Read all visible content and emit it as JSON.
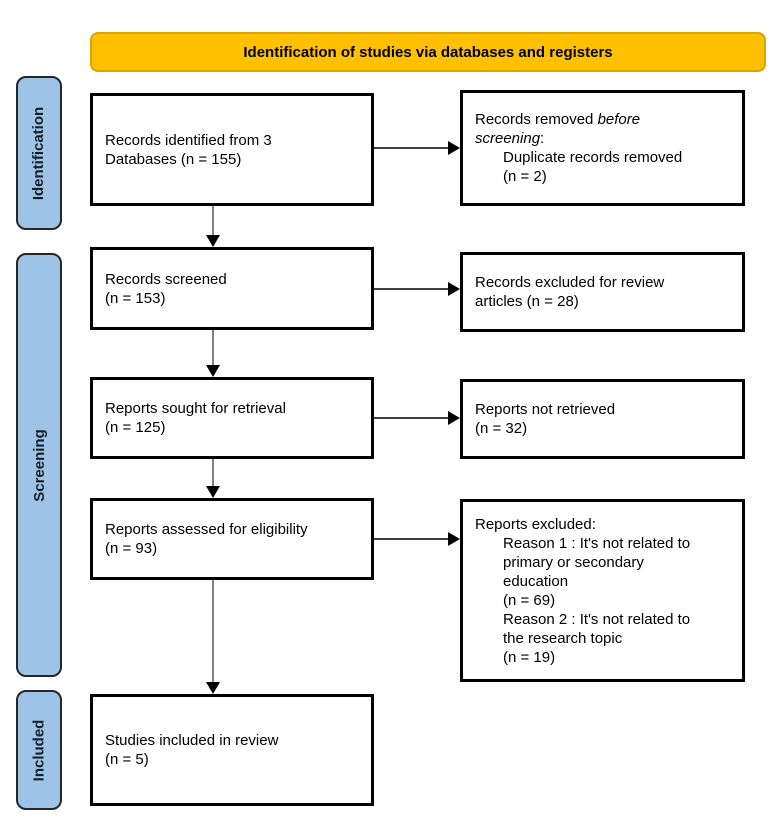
{
  "colors": {
    "banner_bg": "#FFC000",
    "banner_border": "#D9A400",
    "stage_bg": "#9DC3E6",
    "stage_border": "#262626",
    "box_border": "#000000",
    "arrow_line_v": "#808080",
    "arrow_line_h": "#404040",
    "arrow_head": "#000000"
  },
  "banner": {
    "label": "Identification of studies via databases and registers"
  },
  "stages": {
    "identification": "Identification",
    "screening": "Screening",
    "included": "Included"
  },
  "main_boxes": {
    "identified": {
      "text": "Records identified from 3\nDatabases (n = 155)"
    },
    "screened": {
      "text": "Records screened\n(n = 153)"
    },
    "sought": {
      "text": "Reports sought for retrieval\n(n = 125)"
    },
    "assessed": {
      "text": "Reports assessed for eligibility\n(n = 93)"
    },
    "included": {
      "text": "Studies included in review\n(n = 5)"
    }
  },
  "side_boxes": {
    "removed": {
      "line1_plain": "Records removed ",
      "line1_italic": "before",
      "line2_italic": "screening",
      "line2_plain": ":",
      "detail": "Duplicate records removed\n(n = 2)"
    },
    "excluded_review": {
      "text": "Records excluded for review\narticles (n = 28)"
    },
    "not_retrieved": {
      "text": "Reports not retrieved\n(n = 32)"
    },
    "excluded": {
      "title": "Reports excluded:",
      "reasons": "Reason 1 : It's not related to\nprimary or secondary\neducation\n(n = 69)\nReason 2 : It's not related to\nthe research topic\n(n = 19)"
    }
  }
}
